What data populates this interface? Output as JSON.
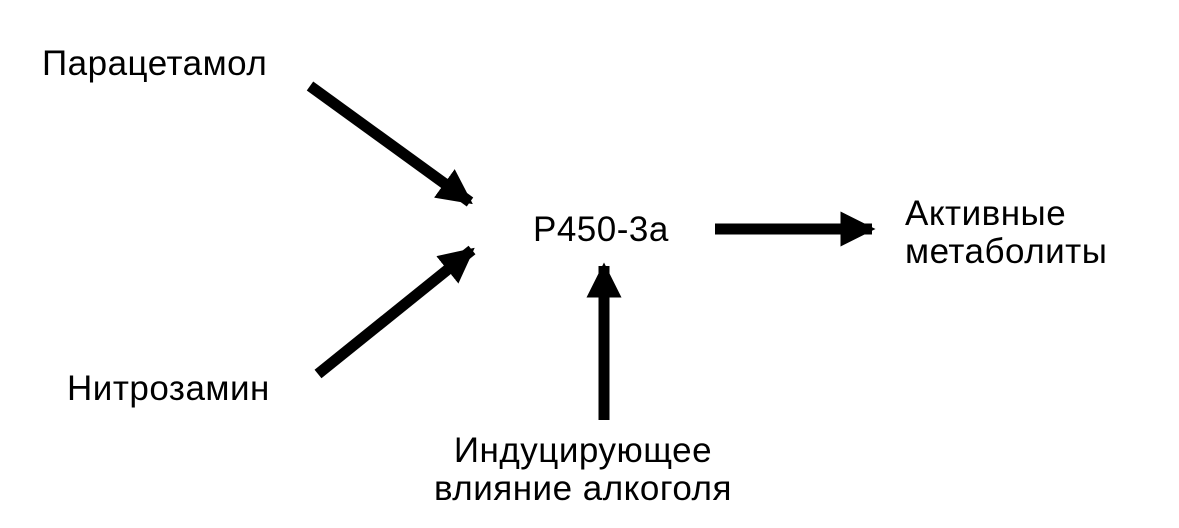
{
  "nodes": {
    "paracetamol": "Парацетамол",
    "nitrosamine": "Нитрозамин",
    "enzyme": "P450-3a",
    "metabolites": {
      "line1": "Активные",
      "line2": "метаболиты"
    },
    "alcohol": {
      "line1": "Индуцирующее",
      "line2": "влияние алкоголя"
    }
  },
  "colors": {
    "ink": "#000000",
    "background": "#ffffff"
  }
}
